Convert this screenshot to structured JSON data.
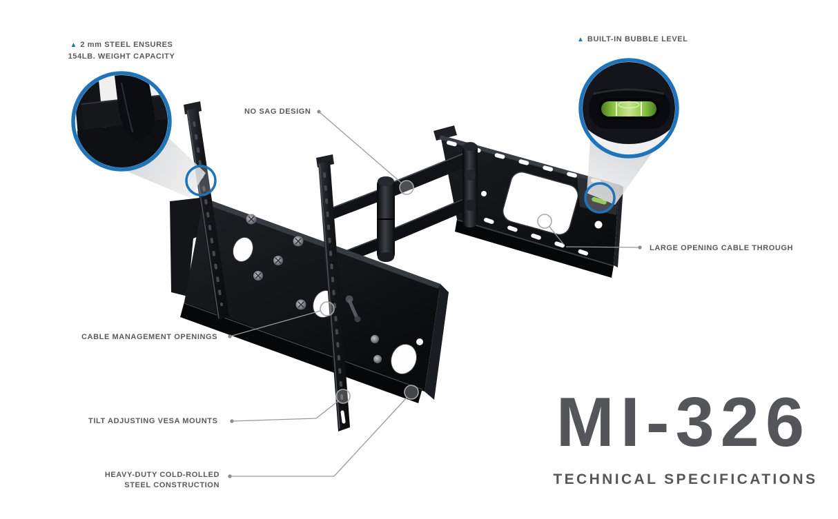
{
  "product": {
    "model": "MI-326",
    "subtitle": "TECHNICAL SPECIFICATIONS"
  },
  "icons": {
    "feature_marker": "▲"
  },
  "colors": {
    "accent_blue": "#1f73b9",
    "label_gray": "#58595b",
    "title_gray": "#54565a",
    "bubble_green": "#8dc63f",
    "mount_black": "#121417",
    "leader_gray": "#98999c"
  },
  "callouts": {
    "steel_capacity": {
      "line1": "2 mm STEEL ENSURES",
      "line2": "154LB. WEIGHT CAPACITY"
    },
    "bubble_level": {
      "label": "BUILT-IN BUBBLE LEVEL"
    },
    "no_sag": {
      "label": "NO SAG DESIGN"
    },
    "cable_through": {
      "label": "LARGE OPENING CABLE THROUGH"
    },
    "cable_management": {
      "label": "CABLE MANAGEMENT OPENINGS"
    },
    "tilt": {
      "label": "TILT ADJUSTING VESA MOUNTS"
    },
    "construction": {
      "line1": "HEAVY-DUTY COLD-ROLLED",
      "line2": "STEEL CONSTRUCTION"
    }
  }
}
